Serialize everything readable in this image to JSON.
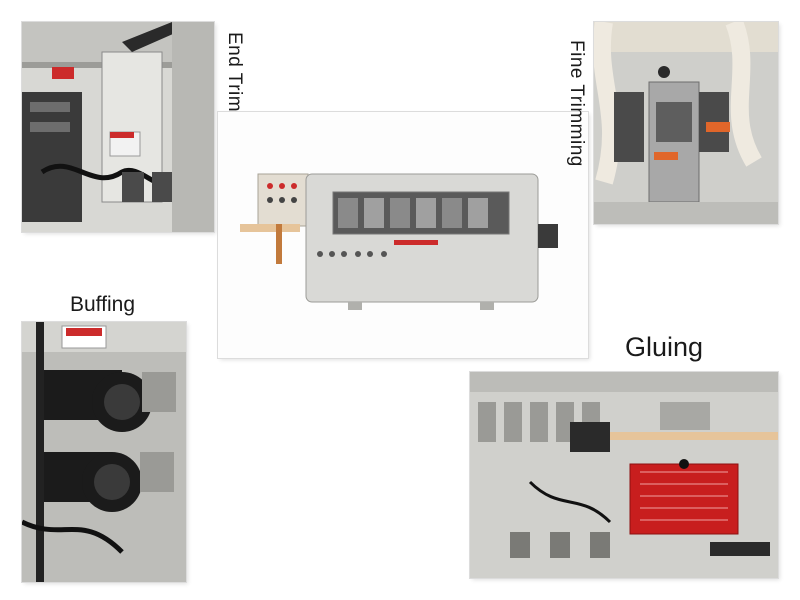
{
  "labels": {
    "end_trimming": "End Trimming",
    "fine_trimming": "Fine Trimming",
    "buffing": "Buffing",
    "gluing": "Gluing"
  },
  "photos": {
    "end_trimming": "end-trimming-photo",
    "fine_trimming": "fine-trimming-photo",
    "machine": "edge-banding-machine-photo",
    "buffing": "buffing-photo",
    "gluing": "gluing-photo"
  },
  "colors": {
    "machine_body": "#d9d9d6",
    "accent_orange": "#e0662a",
    "glue_pot_red": "#c81e1e",
    "warning_red": "#cc2b2b",
    "motor_black": "#1b1b1b"
  }
}
